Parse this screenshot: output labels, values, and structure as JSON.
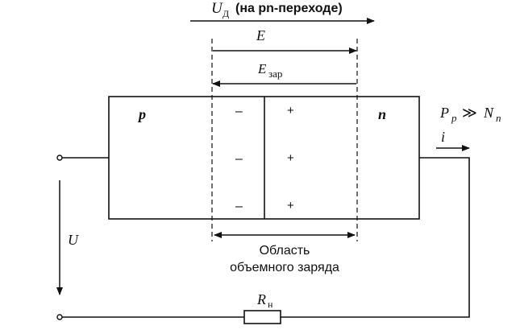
{
  "top_arrow": {
    "symbol": "U",
    "subscript": "Д",
    "text": "(на pn-переходе)"
  },
  "field_E": "E",
  "field_Ezar": {
    "symbol": "E",
    "subscript": "зар"
  },
  "p_region_label": "p",
  "n_region_label": "n",
  "minus_sign": "–",
  "plus_sign": "+",
  "relation": {
    "P": "P",
    "P_sub": "p",
    "op": "≫",
    "N": "N",
    "N_sub": "n"
  },
  "current_label": "i",
  "voltage_label": "U",
  "resistor": {
    "symbol": "R",
    "subscript": "н"
  },
  "space_charge_label": [
    "Область",
    "объемного заряда"
  ]
}
